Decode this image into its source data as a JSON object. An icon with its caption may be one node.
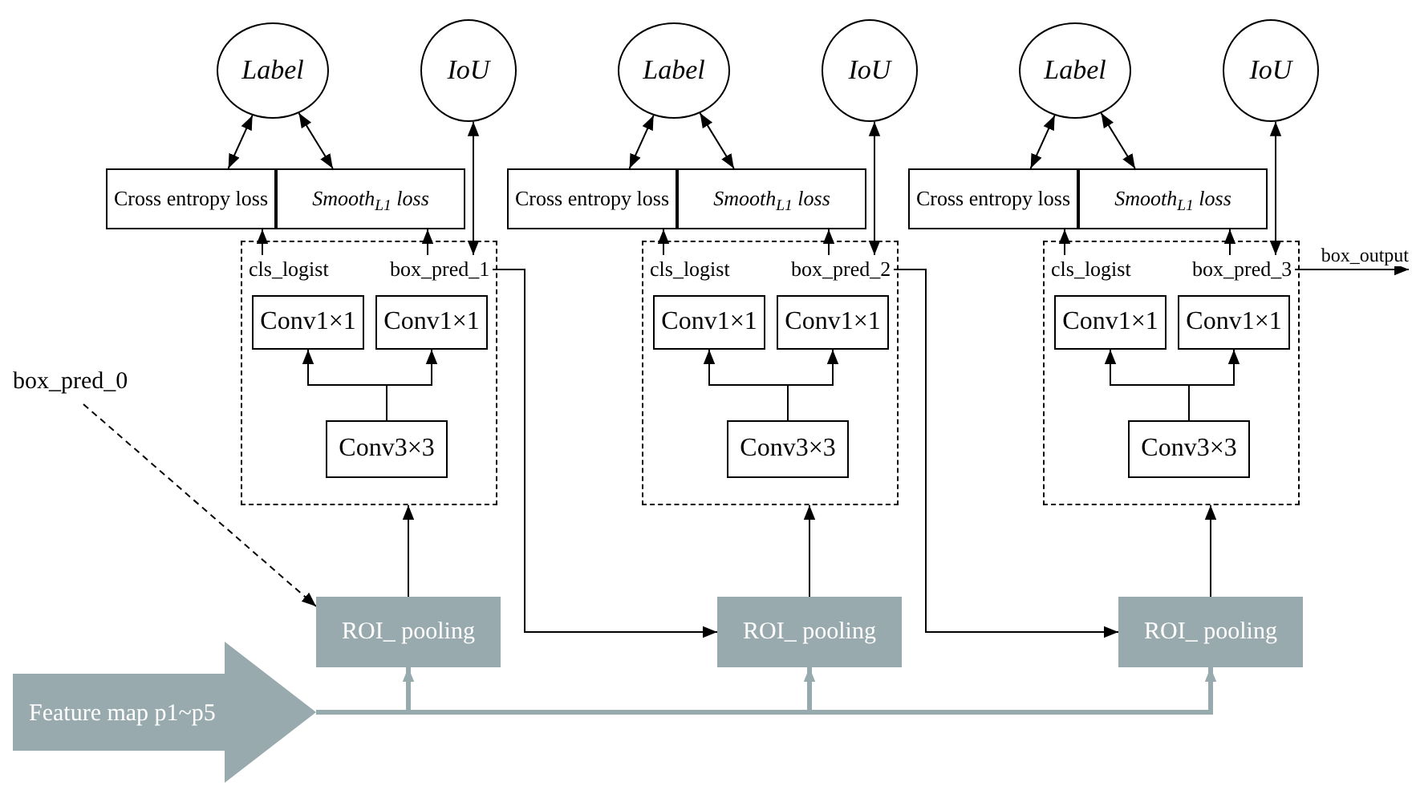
{
  "diagram": {
    "nodes": [
      {
        "text": [
          "Label"
        ]
      },
      {
        "text": [
          "IoU"
        ]
      },
      {
        "text": [
          "Cross entropy loss"
        ]
      },
      {
        "text": [
          "Smooth$_{L1}$ loss"
        ]
      },
      {
        "text": [],
        "shape": "box"
      },
      {
        "text": [
          "cls_logist"
        ],
        "in": 4
      },
      {
        "text": [
          "box_pred_1"
        ],
        "in": 4
      },
      {
        "text": [
          "Conv1×1"
        ],
        "in": 4
      },
      {
        "text": [
          "Conv1×1"
        ],
        "in": 4
      },
      {
        "text": [
          "Conv3×3"
        ],
        "in": 4
      },
      {
        "text": [
          "Label"
        ]
      },
      {
        "text": [
          "IoU"
        ]
      },
      {
        "text": [
          "Cross entropy loss"
        ]
      },
      {
        "text": [
          "Smooth$_{L1}$ loss"
        ]
      },
      {
        "text": [],
        "shape": "box"
      },
      {
        "text": [
          "cls_logist"
        ],
        "in": 14
      },
      {
        "text": [
          "box_pred_2"
        ],
        "in": 14
      },
      {
        "text": [
          "Conv1×1"
        ],
        "in": 14
      },
      {
        "text": [
          "Conv1×1"
        ],
        "in": 14
      },
      {
        "text": [
          "Conv3×3"
        ],
        "in": 14
      },
      {
        "text": [
          "Label"
        ]
      },
      {
        "text": [
          "IoU"
        ]
      },
      {
        "text": [
          "Cross entropy loss"
        ]
      },
      {
        "text": [
          "Smooth$_{L1}$ loss"
        ]
      },
      {
        "text": [],
        "shape": "box"
      },
      {
        "text": [
          "cls_logist"
        ],
        "in": 24
      },
      {
        "text": [
          "box_pred_3"
        ],
        "in": 24
      },
      {
        "text": [
          "Conv1×1"
        ],
        "in": 24
      },
      {
        "text": [
          "Conv1×1"
        ],
        "in": 24
      },
      {
        "text": [
          "Conv3×3"
        ],
        "in": 24
      },
      {
        "text": [
          "box_pred_0"
        ]
      },
      {
        "text": [
          "ROI_ pooling"
        ]
      },
      {
        "text": [
          "ROI_ pooling"
        ]
      },
      {
        "text": [
          "ROI_ pooling"
        ]
      },
      {
        "text": [
          "Feature map p1~p5"
        ]
      }
    ],
    "edges": [
      {
        "from": 0,
        "to": 2,
        "arrow": "both"
      },
      {
        "from": 0,
        "to": 3,
        "arrow": "both"
      },
      {
        "from": 1,
        "to": 6,
        "arrow": "both"
      },
      {
        "from": 5,
        "to": 2,
        "arrow": "to"
      },
      {
        "from": 6,
        "to": 3,
        "arrow": "to"
      },
      {
        "from": 9,
        "to": 7,
        "arrow": "to"
      },
      {
        "from": 9,
        "to": 8,
        "arrow": "to"
      },
      {
        "from": 31,
        "to": 4,
        "arrow": "to"
      },
      {
        "from": 6,
        "to": 32,
        "arrow": "to"
      },
      {
        "from": 10,
        "to": 12,
        "arrow": "both"
      },
      {
        "from": 10,
        "to": 13,
        "arrow": "both"
      },
      {
        "from": 11,
        "to": 16,
        "arrow": "both"
      },
      {
        "from": 15,
        "to": 12,
        "arrow": "to"
      },
      {
        "from": 16,
        "to": 13,
        "arrow": "to"
      },
      {
        "from": 19,
        "to": 17,
        "arrow": "to"
      },
      {
        "from": 19,
        "to": 18,
        "arrow": "to"
      },
      {
        "from": 32,
        "to": 14,
        "arrow": "to"
      },
      {
        "from": 16,
        "to": 33,
        "arrow": "to"
      },
      {
        "from": 20,
        "to": 22,
        "arrow": "both"
      },
      {
        "from": 20,
        "to": 23,
        "arrow": "both"
      },
      {
        "from": 21,
        "to": 26,
        "arrow": "both"
      },
      {
        "from": 25,
        "to": 22,
        "arrow": "to"
      },
      {
        "from": 26,
        "to": 23,
        "arrow": "to"
      },
      {
        "from": 29,
        "to": 27,
        "arrow": "to"
      },
      {
        "from": 29,
        "to": 28,
        "arrow": "to"
      },
      {
        "from": 33,
        "to": 24,
        "arrow": "to"
      },
      {
        "from": 26,
        "to": null,
        "arrow": "to",
        "label": "box_output"
      },
      {
        "from": 30,
        "to": 31,
        "arrow": "to",
        "style": "dashed"
      },
      {
        "from": 34,
        "to": 31,
        "arrow": "to",
        "style": "thick",
        "color": "#97aaad"
      },
      {
        "from": 34,
        "to": 32,
        "arrow": "to",
        "style": "thick",
        "color": "#97aaad"
      },
      {
        "from": 34,
        "to": 33,
        "arrow": "to",
        "style": "thick",
        "color": "#97aaad"
      }
    ]
  }
}
